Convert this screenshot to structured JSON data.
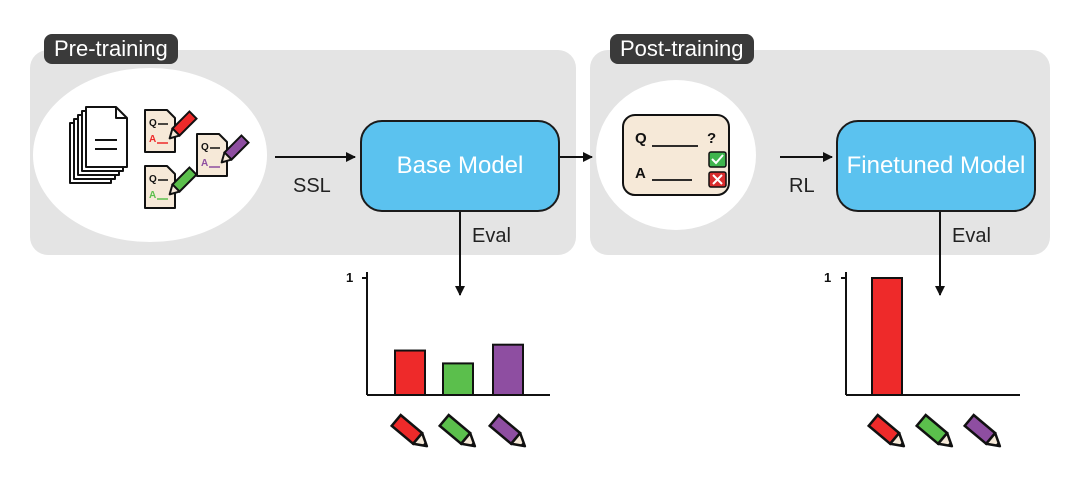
{
  "stages": {
    "pretraining_label": "Pre-training",
    "posttraining_label": "Post-training"
  },
  "models": {
    "base": "Base Model",
    "finetuned": "Finetuned Model"
  },
  "arrows": {
    "ssl": "SSL",
    "rl": "RL",
    "eval_left": "Eval",
    "eval_right": "Eval"
  },
  "qa_card": {
    "q_letter": "Q",
    "q_mark": "?",
    "a_letter": "A"
  },
  "doc_letters": {
    "q": "Q",
    "a": "A"
  },
  "colors": {
    "panel": "#e4e4e4",
    "model": "#5bc2ef",
    "tag": "#3a3a3a",
    "red": "#ee2a2a",
    "green": "#5bbf4c",
    "purple": "#8e4ea1",
    "check": "#3fb54d",
    "cross": "#d82d2d"
  },
  "chart_data": [
    {
      "type": "bar",
      "ylim": [
        0,
        1
      ],
      "y_tick_label": "1",
      "categories": [
        "red-pencil",
        "green-pencil",
        "purple-pencil"
      ],
      "values": [
        0.38,
        0.27,
        0.43
      ],
      "colors": [
        "#ee2a2a",
        "#5bbf4c",
        "#8e4ea1"
      ]
    },
    {
      "type": "bar",
      "ylim": [
        0,
        1
      ],
      "y_tick_label": "1",
      "categories": [
        "red-pencil",
        "green-pencil",
        "purple-pencil"
      ],
      "values": [
        1.0,
        0.0,
        0.0
      ],
      "colors": [
        "#ee2a2a",
        "#5bbf4c",
        "#8e4ea1"
      ]
    }
  ]
}
